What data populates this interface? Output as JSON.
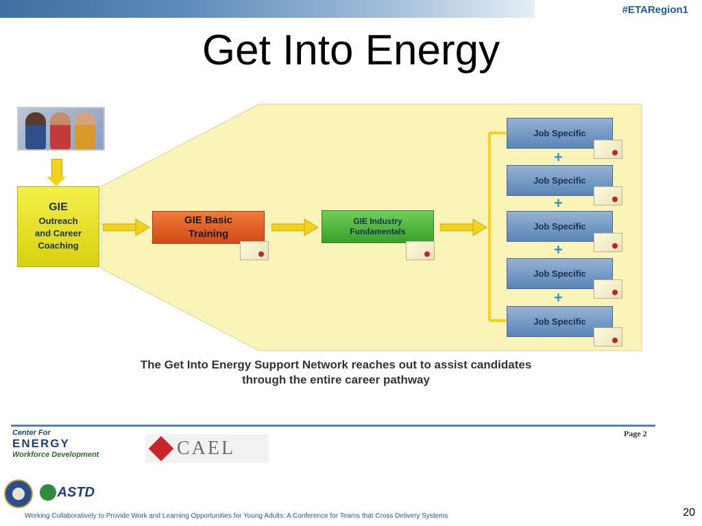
{
  "header": {
    "tag": "#ETARegion1",
    "title": "Get Into Energy"
  },
  "diagram": {
    "gie_box": {
      "title": "GIE",
      "line1": "Outreach",
      "line2": "and Career",
      "line3": "Coaching"
    },
    "basic_training": {
      "line1": "GIE Basic",
      "line2": "Training"
    },
    "industry_fundamentals": {
      "line1": "GIE Industry",
      "line2": "Fundamentals"
    },
    "job_boxes": [
      "Job Specific",
      "Job Specific",
      "Job Specific",
      "Job Specific",
      "Job Specific"
    ],
    "plus_symbol": "+",
    "caption_line1": "The Get Into Energy Support Network reaches out to assist candidates",
    "caption_line2": "through the entire career pathway",
    "colors": {
      "panel": "#fbf4b8",
      "gie": "#e8e21e",
      "basic": "#e25a1e",
      "fundamentals": "#4fb83a",
      "job": "#7a9cc6",
      "arrow": "#f2d21e"
    }
  },
  "logos": {
    "cew_line1": "Center For",
    "cew_line2": "ENERGY",
    "cew_line3": "Workforce Development",
    "cael": "CAEL",
    "astd": "ASTD",
    "page_label": "Page 2"
  },
  "footer": {
    "text": "Working Collaboratively to Provide Work and Learning Opportunities for Young Adults: A Conference for Teams that Cross Delivery Systems",
    "slide_number": "20"
  }
}
